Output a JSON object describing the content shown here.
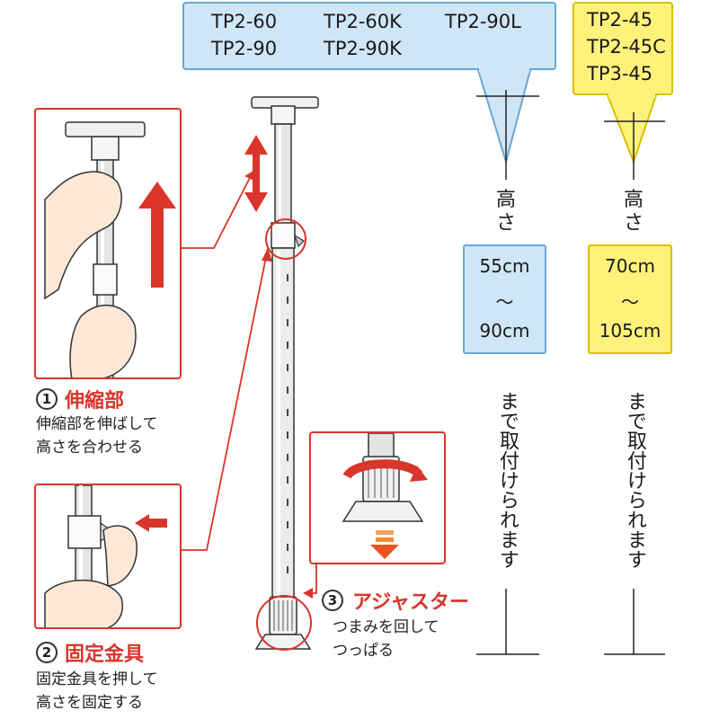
{
  "models_blue": [
    "TP2-60",
    "TP2-60K",
    "TP2-90L",
    "TP2-90",
    "TP2-90K"
  ],
  "models_yellow": [
    "TP2-45",
    "TP2-45C",
    "TP3-45"
  ],
  "height_label": "高さ",
  "range_blue": {
    "min": "55cm",
    "sep": "〜",
    "max": "90cm"
  },
  "range_yellow": {
    "min": "70cm",
    "sep": "〜",
    "max": "105cm"
  },
  "install_note": "まで取付けられます",
  "step1": {
    "num": "1",
    "title": "伸縮部",
    "desc": [
      "伸縮部を伸ばして",
      "高さを合わせる"
    ]
  },
  "step2": {
    "num": "2",
    "title": "固定金具",
    "desc": [
      "固定金具を押して",
      "高さを固定する"
    ]
  },
  "step3": {
    "num": "3",
    "title": "アジャスター",
    "desc": [
      "つまみを回して",
      "つっぱる"
    ]
  },
  "colors": {
    "accent": "#d9352b",
    "blue_fill": "#cfe6f7",
    "blue_border": "#6aa7d6",
    "yellow_fill": "#fff27a",
    "yellow_border": "#d8c200"
  }
}
